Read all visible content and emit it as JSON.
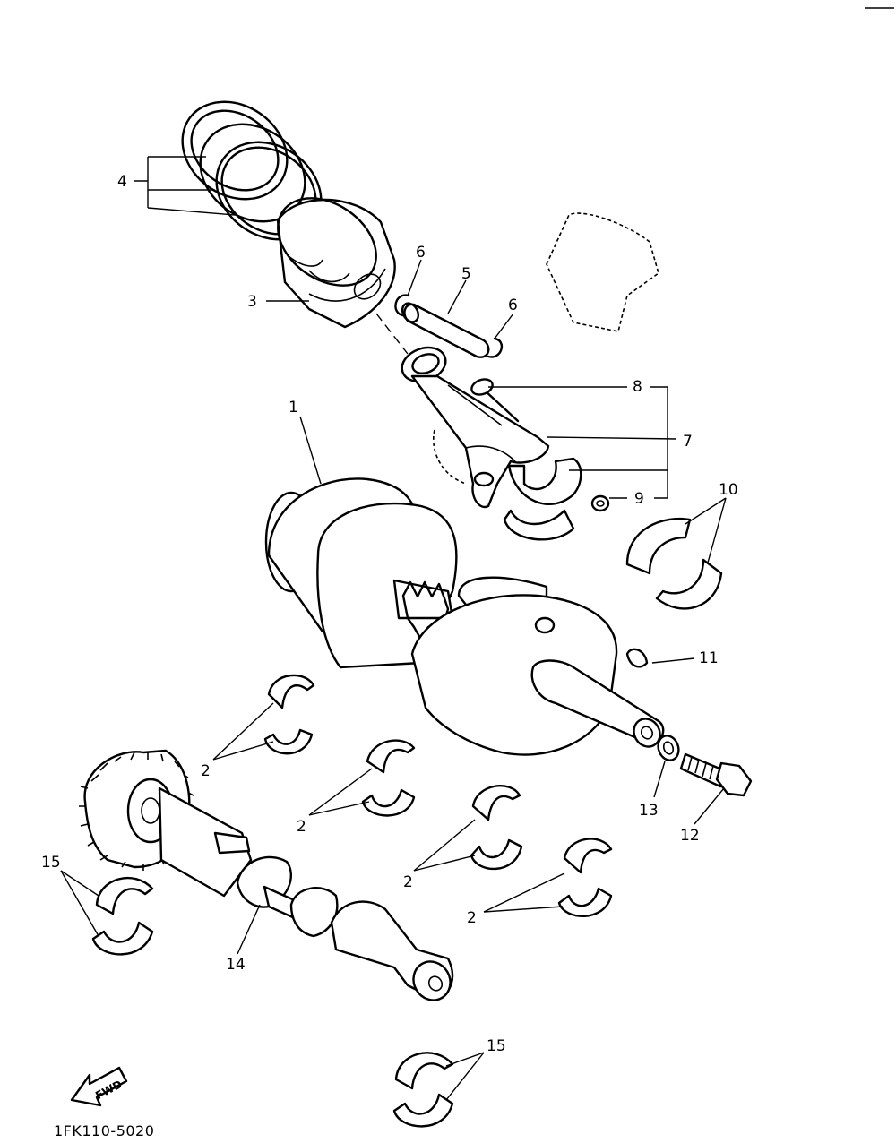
{
  "callouts": {
    "c1": "1",
    "c2a": "2",
    "c2b": "2",
    "c2c": "2",
    "c2d": "2",
    "c3": "3",
    "c4": "4",
    "c5": "5",
    "c6a": "6",
    "c6b": "6",
    "c7": "7",
    "c8": "8",
    "c9": "9",
    "c10": "10",
    "c11": "11",
    "c12": "12",
    "c13": "13",
    "c14": "14",
    "c15a": "15",
    "c15b": "15"
  },
  "direction_label": "FWD",
  "diagram_code": "1FK110-5020"
}
